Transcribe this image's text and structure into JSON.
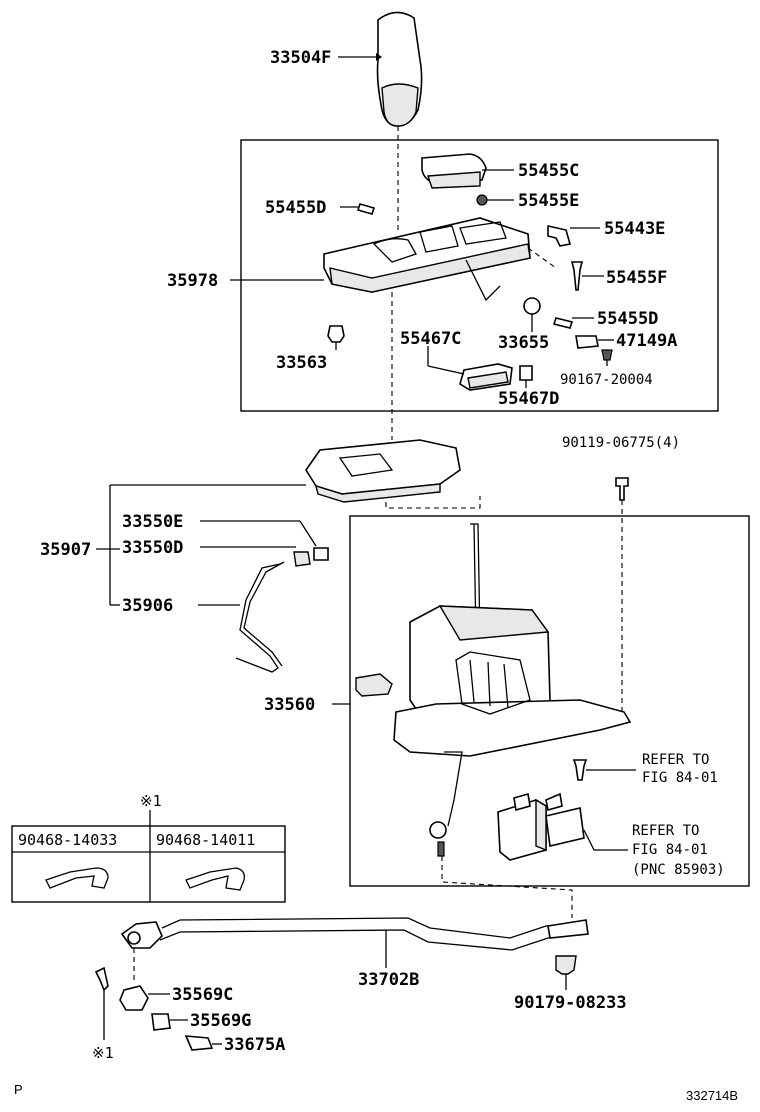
{
  "parts": {
    "p33504F": "33504F",
    "p55455C": "55455C",
    "p55455E": "55455E",
    "p55455D_a": "55455D",
    "p55443E": "55443E",
    "p35978": "35978",
    "p55455F": "55455F",
    "p55455D_b": "55455D",
    "p33563": "33563",
    "p55467C": "55467C",
    "p33655": "33655",
    "p47149A": "47149A",
    "p90167": "90167-20004",
    "p55467D": "55467D",
    "p90119": "90119-06775(4)",
    "p33550E": "33550E",
    "p35907": "35907",
    "p33550D": "33550D",
    "p35906": "35906",
    "p33560": "33560",
    "p33702B": "33702B",
    "p90179": "90179-08233",
    "p35569C": "35569C",
    "p35569G": "35569G",
    "p33675A": "33675A"
  },
  "refs": {
    "refer1_line1": "REFER TO",
    "refer1_line2": "FIG 84-01",
    "refer2_line1": "REFER TO",
    "refer2_line2": "FIG 84-01",
    "refer2_line3": "(PNC 85903)"
  },
  "table": {
    "note_mark": "※1",
    "col1": "90468-14033",
    "col2": "90468-14011"
  },
  "note_mark_bottom": "※1",
  "corner_left": "P",
  "corner_right": "332714B",
  "colors": {
    "line": "#000000",
    "background": "#ffffff"
  }
}
